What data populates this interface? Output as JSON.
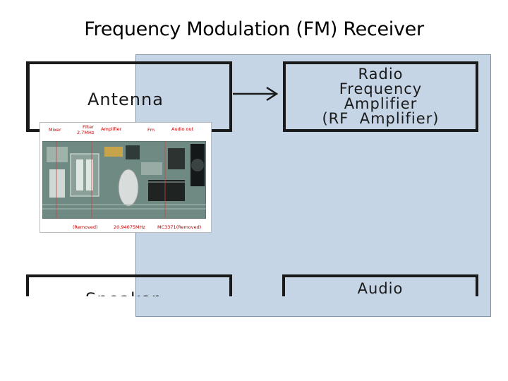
{
  "title": "Frequency Modulation (FM) Receiver",
  "blocks": {
    "antenna": "Antenna",
    "rf": [
      "Radio",
      "Frequency",
      "Amplifier",
      "(RF  Amplifier)"
    ],
    "speaker": "Speaker",
    "audio": "Audio"
  },
  "photo_labels": {
    "mixer": "Mixer",
    "filter": "Filter",
    "filter_freq": "2.7MHz",
    "amplifier": "Amplifier",
    "fm": "Fm",
    "audio_out": "Audio out",
    "removed_left": "(Removed)",
    "crystal": "20.94075MHz",
    "chip": "MC3371(Removed)"
  },
  "colors": {
    "panel": "#c5d5e6",
    "box_stroke": "#1a1a1a",
    "photo_label": "#c00000",
    "board": "#6f8a82"
  }
}
